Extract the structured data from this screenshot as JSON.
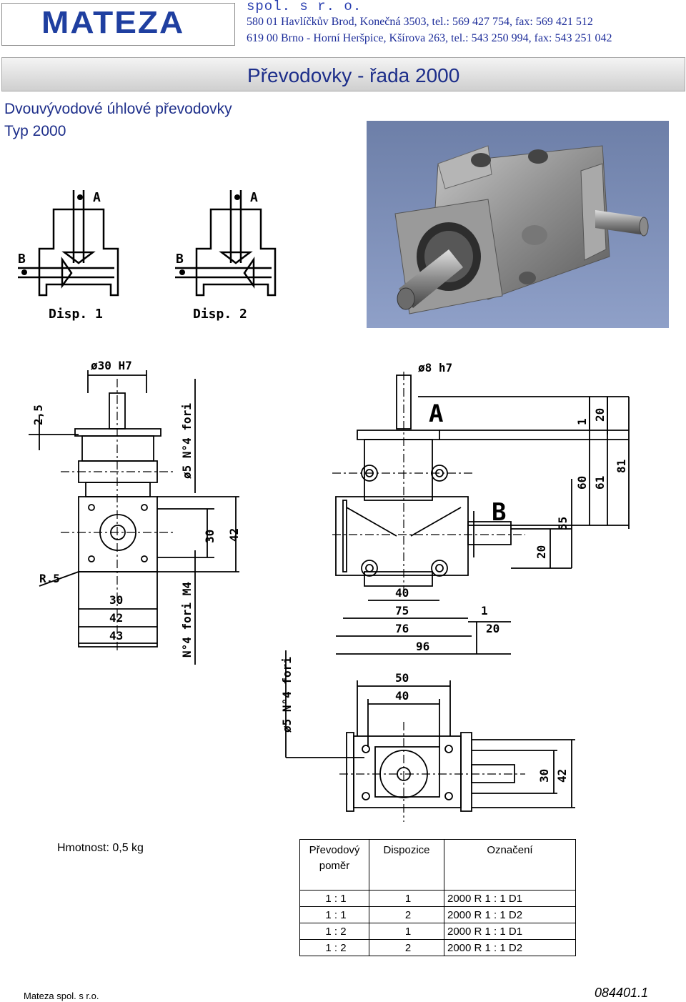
{
  "header": {
    "logo": "MATEZA",
    "company_suffix": "spol. s r. o.",
    "address_line1": "580 01 Havlíčkův Brod, Konečná 3503, tel.: 569 427 754, fax: 569 421 512",
    "address_line2": "619 00 Brno - Horní Heršpice, Kšírova 263, tel.: 543 250 994, fax: 543 251 042"
  },
  "title": "Převodovky - řada 2000",
  "subtitle_line1": "Dvouvývodové úhlové převodovky",
  "subtitle_line2": "Typ 2000",
  "sketches": {
    "label_a": "A",
    "label_b": "B",
    "disp1": "Disp. 1",
    "disp2": "Disp. 2"
  },
  "drawing": {
    "d_shaft_big": "ø30 H7",
    "d_shaft_small": "ø8 h7",
    "d_2_5": "2,5",
    "d_holes_top": "ø5 N°4 fori",
    "d_30_left": "30",
    "d_42_left": "42",
    "d_r5": "R.5",
    "d_bot_30": "30",
    "d_bot_42": "42",
    "d_bot_43": "43",
    "d_holes_m4": "N°4 fori M4",
    "label_a": "A",
    "label_b": "B",
    "d_1_top": "1",
    "d_20_top": "20",
    "d_60": "60",
    "d_61": "61",
    "d_81": "81",
    "d_55": "55",
    "d_20_right": "20",
    "d_40": "40",
    "d_75": "75",
    "d_76": "76",
    "d_96": "96",
    "d_1_side": "1",
    "d_20_side": "20",
    "d_50": "50",
    "d_40_plan": "40",
    "d_holes_plan": "ø5 N°4 fori",
    "d_30_plan": "30",
    "d_42_plan": "42"
  },
  "weight": "Hmotnost: 0,5 kg",
  "table": {
    "headers": [
      "Převodový poměr",
      "Dispozice",
      "Označení"
    ],
    "rows": [
      [
        "1 : 1",
        "1",
        "2000 R 1 : 1 D1"
      ],
      [
        "1 : 1",
        "2",
        "2000 R 1 : 1 D2"
      ],
      [
        "1 : 2",
        "1",
        "2000 R 1 : 1 D1"
      ],
      [
        "1 : 2",
        "2",
        "2000 R 1 : 1 D2"
      ]
    ]
  },
  "footer": {
    "company": "Mateza spol. s r.o.",
    "doc_number": "084401.1"
  }
}
